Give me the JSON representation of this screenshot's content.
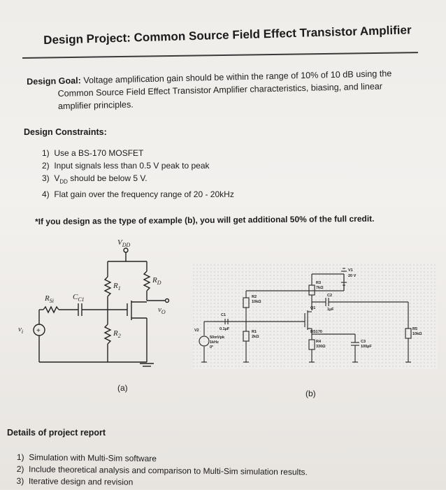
{
  "title": "Design Project: Common Source Field Effect Transistor Amplifier",
  "design_goal": {
    "label": "Design Goal:",
    "line1": "Voltage amplification gain should be within the range of 10% of 10 dB using the",
    "line2": "Common Source Field Effect Transistor Amplifier characteristics, biasing, and linear",
    "line3": "amplifier principles."
  },
  "constraints": {
    "heading": "Design Constraints:",
    "items": [
      {
        "num": "1)",
        "text": "Use a BS-170 MOSFET"
      },
      {
        "num": "2)",
        "text": "Input signals less than 0.5 V peak to peak"
      },
      {
        "num": "3)",
        "pre": "V",
        "sub": "DD",
        "text": " should be below 5 V."
      },
      {
        "num": "4)",
        "text": "Flat gain over the frequency range of 20 - 20kHz"
      }
    ]
  },
  "note": "*If you design as the type of example (b), you will get additional 50% of the full credit.",
  "figure_a": {
    "caption": "(a)",
    "labels": {
      "vdd": "V",
      "vdd_sub": "DD",
      "r1": "R",
      "r1_sub": "1",
      "rd": "R",
      "rd_sub": "D",
      "rs": "R",
      "rs_sub": "Si",
      "cc": "C",
      "cc_sub": "C1",
      "vo": "v",
      "vo_sub": "O",
      "r2": "R",
      "r2_sub": "2",
      "vi": "v",
      "vi_sub": "i"
    }
  },
  "figure_b": {
    "caption": "(b)",
    "labels": {
      "v1": "V1",
      "v1_val": "20 V",
      "r3": "R3",
      "r3_val": "7kΩ",
      "r2": "R2",
      "r2_val": "10kΩ",
      "c2": "C2",
      "c2_val": "1µF",
      "c1": "C1",
      "c1_val": "0.1µF",
      "v2": "V2",
      "v2_val1": "50mVpk",
      "v2_val2": "1kHz",
      "v2_val3": "0°",
      "r1": "R1",
      "r1_val": "2kΩ",
      "q1": "Q1",
      "q1_val": "BS170",
      "r4": "R4",
      "r4_val": "330Ω",
      "c3": "C3",
      "c3_val": "100µF",
      "r5": "R5",
      "r5_val": "10kΩ"
    }
  },
  "details": {
    "heading": "Details of project report",
    "items": [
      {
        "num": "1)",
        "text": "Simulation with Multi-Sim software"
      },
      {
        "num": "2)",
        "text": "Include theoretical analysis and comparison to Multi-Sim simulation results."
      },
      {
        "num": "3)",
        "text": "Iterative design and revision"
      }
    ]
  }
}
